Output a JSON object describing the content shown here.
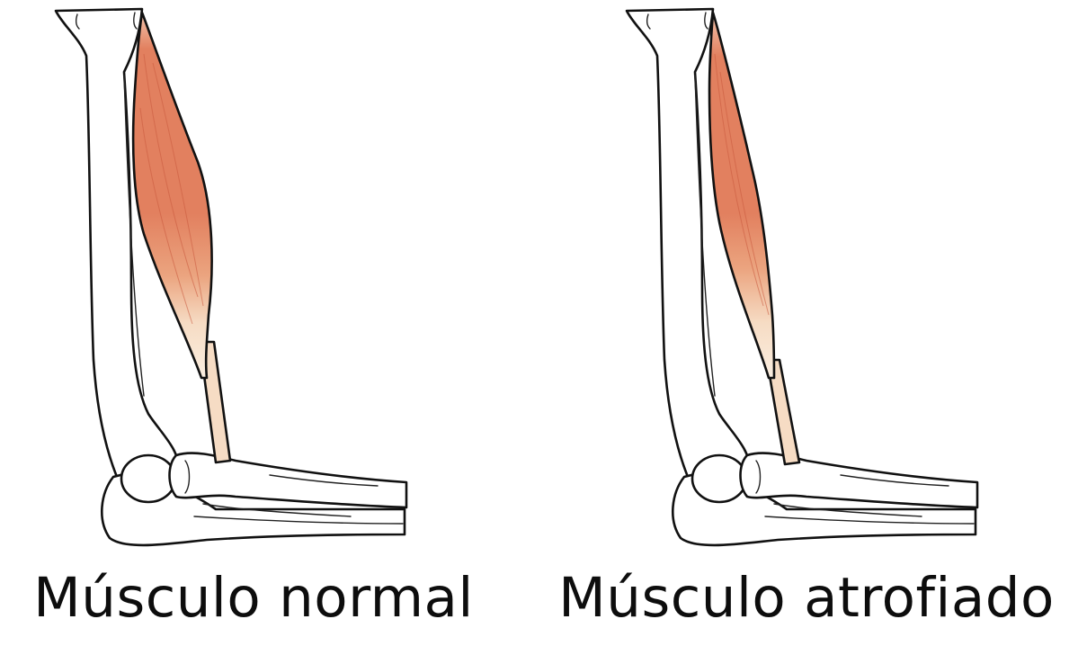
{
  "panels": [
    {
      "caption": "Músculo normal",
      "muscle_state": "normal",
      "muscle_color": "#e2805f",
      "tendon_color": "#f6dcc4"
    },
    {
      "caption": "Músculo atrofiado",
      "muscle_state": "atrophied",
      "muscle_color": "#e2805f",
      "tendon_color": "#f6dcc4"
    }
  ]
}
